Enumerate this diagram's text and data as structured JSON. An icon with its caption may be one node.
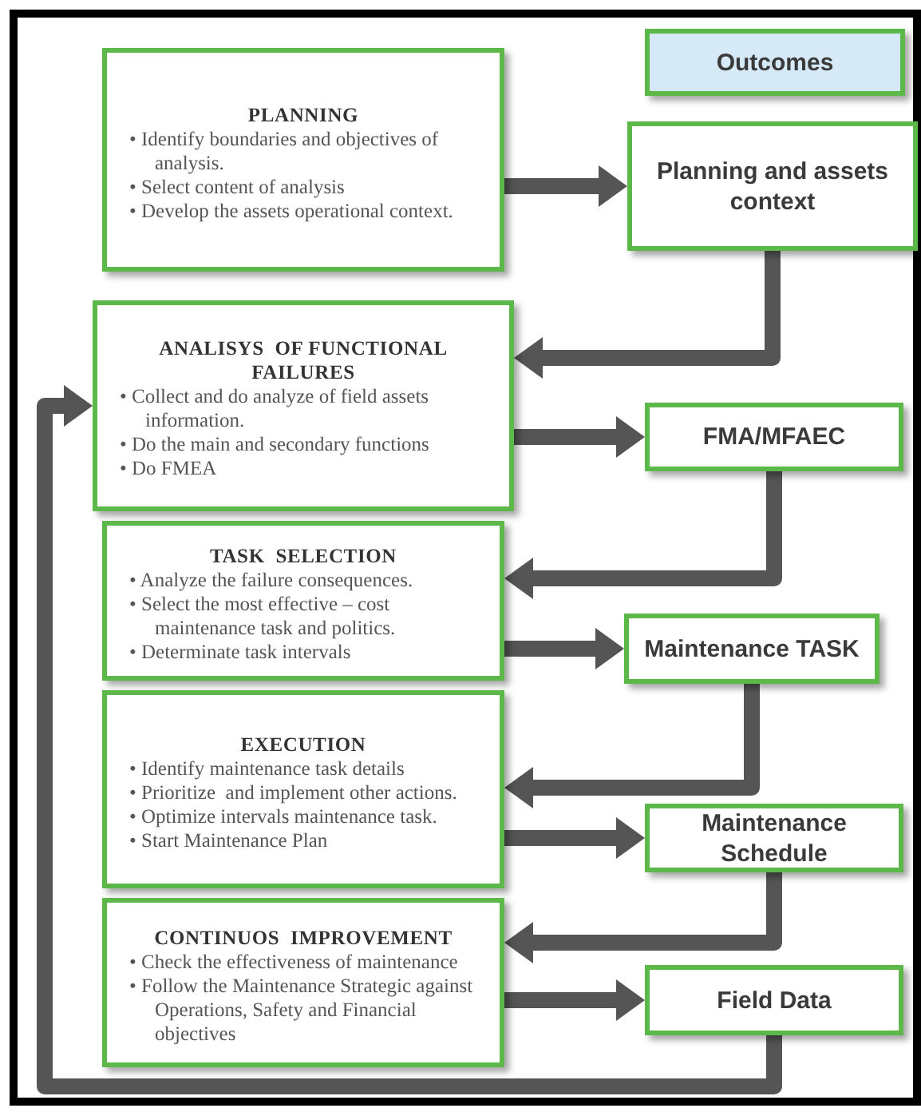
{
  "diagram": {
    "nodes": [
      {
        "text": [
          "Outcomes"
        ]
      },
      {
        "text": [
          "PLANNING",
          "• Identify boundaries and objectives of analysis.",
          "• Select content of analysis",
          "• Develop the assets operational context."
        ]
      },
      {
        "text": [
          "Planning and assets context"
        ]
      },
      {
        "text": [
          "ANALISYS  OF FUNCTIONAL FAILURES",
          "• Collect and do analyze of field assets information.",
          "• Do the main and secondary functions",
          "• Do FMEA"
        ]
      },
      {
        "text": [
          "FMA/MFAEC"
        ]
      },
      {
        "text": [
          "TASK  SELECTION",
          "• Analyze the failure consequences.",
          "• Select the most effective – cost maintenance task and politics.",
          "• Determinate task intervals"
        ]
      },
      {
        "text": [
          "Maintenance TASK"
        ]
      },
      {
        "text": [
          "EXECUTION",
          "• Identify maintenance task details",
          "• Prioritize  and implement other actions.",
          "• Optimize intervals maintenance task.",
          "• Start Maintenance Plan"
        ]
      },
      {
        "text": [
          "Maintenance Schedule"
        ]
      },
      {
        "text": [
          "CONTINUOS  IMPROVEMENT",
          "• Check the effectiveness of maintenance",
          "• Follow the Maintenance Strategic against Operations, Safety and Financial objectives"
        ]
      },
      {
        "text": [
          "Field Data"
        ]
      }
    ],
    "edges": [
      {
        "from": 1,
        "to": 2,
        "arrow": "to"
      },
      {
        "from": 2,
        "to": 3,
        "arrow": "to"
      },
      {
        "from": 3,
        "to": 4,
        "arrow": "to"
      },
      {
        "from": 4,
        "to": 5,
        "arrow": "to"
      },
      {
        "from": 5,
        "to": 6,
        "arrow": "to"
      },
      {
        "from": 6,
        "to": 7,
        "arrow": "to"
      },
      {
        "from": 7,
        "to": 8,
        "arrow": "to"
      },
      {
        "from": 8,
        "to": 9,
        "arrow": "to"
      },
      {
        "from": 9,
        "to": 10,
        "arrow": "to"
      },
      {
        "from": 10,
        "to": 3,
        "arrow": "to"
      }
    ]
  }
}
